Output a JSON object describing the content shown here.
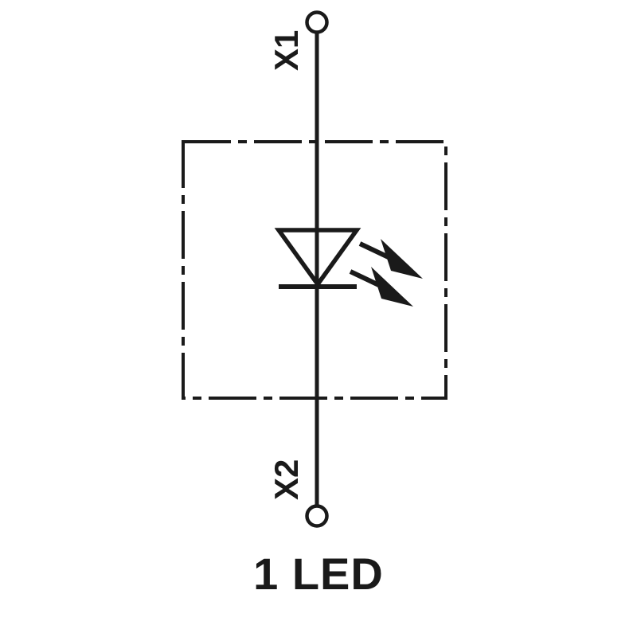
{
  "diagram": {
    "title": "1 LED",
    "type": "electrical-schematic",
    "stroke_color": "#1a1a1a",
    "background_color": "#ffffff",
    "caption": "1 LED",
    "terminals": [
      {
        "id": "x1",
        "label": "X1",
        "position": "top"
      },
      {
        "id": "x2",
        "label": "X2",
        "position": "bottom"
      }
    ],
    "components": [
      {
        "id": "led",
        "name": "light-emitting-diode",
        "symbol": "triangle-with-cathode-bar-and-two-emission-arrows"
      }
    ],
    "enclosure": {
      "name": "device-boundary",
      "style": "dash-dot"
    }
  }
}
